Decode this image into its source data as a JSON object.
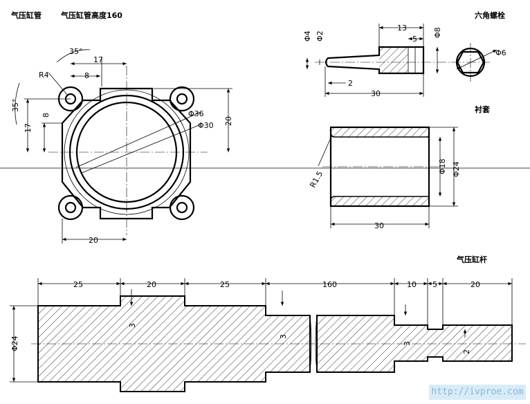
{
  "titles": {
    "cylinder_tube": "气压缸管",
    "cylinder_height": "气压缸管高度160",
    "hex_bolt": "六角螺栓",
    "bushing": "衬套",
    "piston_rod": "气压缸杆"
  },
  "dims": {
    "a35_top": "35°",
    "r4": "R4",
    "d17_top": "17",
    "d8_top": "8",
    "a35_left": "35°",
    "d17_left": "17",
    "d8_left": "8",
    "d20_right": "20",
    "phi36": "Φ36",
    "phi30": "Φ30",
    "d20_bottom": "20",
    "phi4": "Φ4",
    "phi2": "Φ2",
    "d13": "13",
    "d5_bolt": "5",
    "phi8": "Φ8",
    "d2_bolt": "2",
    "d30_bolt": "30",
    "phi6": "Φ6",
    "r15": "R1.5",
    "phi18": "Φ18",
    "phi24_bush": "Φ24",
    "d30_bush": "30",
    "d25_a": "25",
    "d20_a": "20",
    "d25_b": "25",
    "d160": "160",
    "d10": "10",
    "d5_rod": "5",
    "d20_b": "20",
    "d3_a": "3",
    "d3_b": "3",
    "d3_c": "3",
    "d2_rod": "2",
    "phi24_rod": "Φ24"
  },
  "watermark": "http://ivproe.com"
}
